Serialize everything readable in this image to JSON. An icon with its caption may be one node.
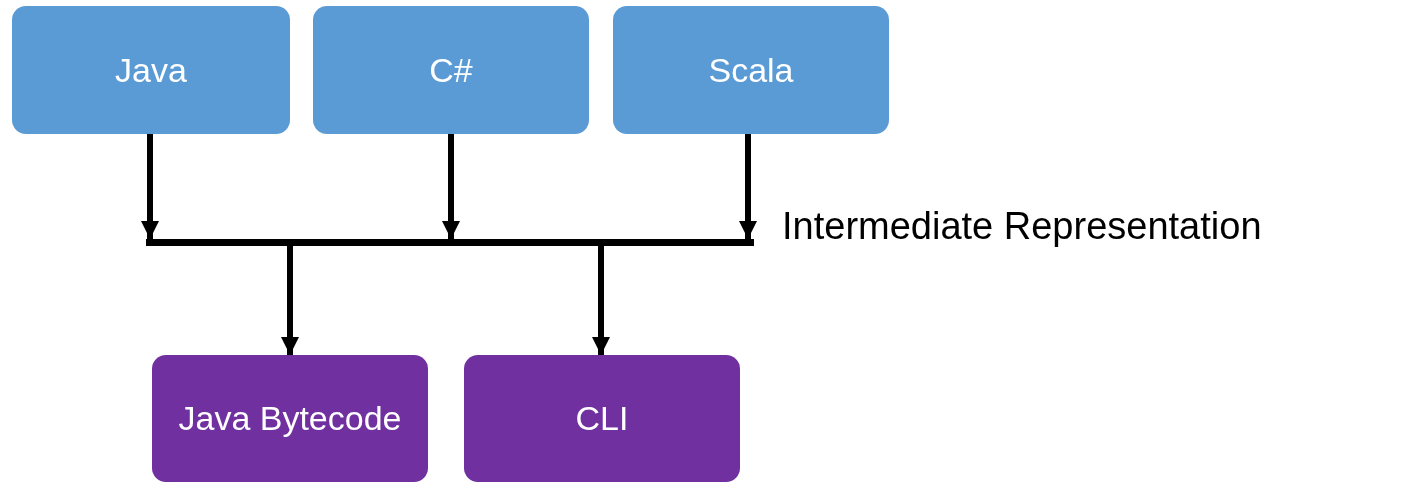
{
  "diagram": {
    "nodes": [
      {
        "text": [
          "Java"
        ]
      },
      {
        "text": [
          "C#"
        ]
      },
      {
        "text": [
          "Scala"
        ]
      },
      {
        "text": [],
        "shape": "bar",
        "beside": [
          "Intermediate Representation"
        ]
      },
      {
        "text": [
          "Java Bytecode"
        ]
      },
      {
        "text": [
          "CLI"
        ]
      }
    ],
    "edges": [
      {
        "from": 0,
        "to": 3,
        "arrow": "to"
      },
      {
        "from": 1,
        "to": 3,
        "arrow": "to"
      },
      {
        "from": 2,
        "to": 3,
        "arrow": "to"
      },
      {
        "from": 3,
        "to": 4,
        "arrow": "to"
      },
      {
        "from": 3,
        "to": 5,
        "arrow": "to"
      }
    ]
  }
}
